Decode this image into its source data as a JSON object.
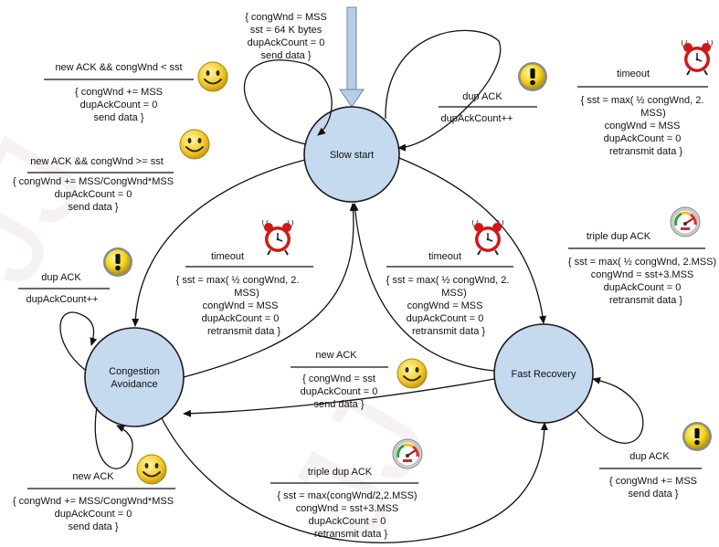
{
  "states": {
    "slow_start": "Slow start",
    "congestion_avoidance": [
      "Congestion",
      "Avoidance"
    ],
    "fast_recovery": "Fast Recovery"
  },
  "init": [
    "{ congWnd = MSS",
    "sst = 64 K bytes",
    "dupAckCount = 0",
    "send data }"
  ],
  "ss_self_newack": {
    "event": "new ACK && congWnd < sst",
    "action": [
      "{ congWnd += MSS",
      "dupAckCount = 0",
      "send data }"
    ]
  },
  "ss_self_dupack": {
    "event": "dup ACK",
    "action": [
      "dupAckCount++"
    ]
  },
  "ss_timeout": {
    "event": "timeout",
    "action": [
      "{ sst = max( ½ congWnd, 2.",
      "MSS)",
      "congWnd = MSS",
      "dupAckCount = 0",
      "retransmit  data }"
    ]
  },
  "ss_to_ca": {
    "event": "new ACK && congWnd >=  sst",
    "action": [
      "{ congWnd += MSS/CongWnd*MSS",
      "dupAckCount = 0",
      "send data }"
    ]
  },
  "ca_to_ss_timeout": {
    "event": "timeout",
    "action": [
      "{ sst = max( ½ congWnd, 2.",
      "MSS)",
      "congWnd = MSS",
      "dupAckCount = 0",
      "retransmit  data }"
    ]
  },
  "fr_to_ss_timeout": {
    "event": "timeout",
    "action": [
      "{ sst = max( ½ congWnd, 2.",
      "MSS)",
      "congWnd = MSS",
      "dupAckCount = 0",
      "retransmit  data }"
    ]
  },
  "ss_to_fr": {
    "event": "triple dup ACK",
    "action": [
      "{ sst = max( ½ congWnd, 2.MSS)",
      "congWnd = sst+3.MSS",
      "dupAckCount = 0",
      "retransmit  data }"
    ]
  },
  "ca_self_dupack": {
    "event": "dup ACK",
    "action": [
      "dupAckCount++"
    ]
  },
  "fr_to_ca": {
    "event": "new ACK",
    "action": [
      "{ congWnd = sst",
      "dupAckCount = 0",
      "send data }"
    ]
  },
  "ca_self_newack": {
    "event": "new ACK",
    "action": [
      "{ congWnd += MSS/CongWnd*MSS",
      "dupAckCount = 0",
      "send data }"
    ]
  },
  "ca_to_fr": {
    "event": "triple dup ACK",
    "action": [
      "{ sst = max(congWnd/2,2.MSS)",
      "congWnd = sst+3.MSS",
      "dupAckCount = 0",
      "retransmit  data }"
    ]
  },
  "fr_self_dupack": {
    "event": "dup  ACK",
    "action": [
      "{ congWnd += MSS",
      "send data }"
    ]
  },
  "icons": [
    "smiley-icon",
    "warning-icon",
    "alarm-clock-icon",
    "gauge-icon"
  ],
  "colors": {
    "state_fill": "#c5d9ef",
    "state_stroke": "#1a1a1a",
    "init_arrow": "#b9cde6"
  }
}
